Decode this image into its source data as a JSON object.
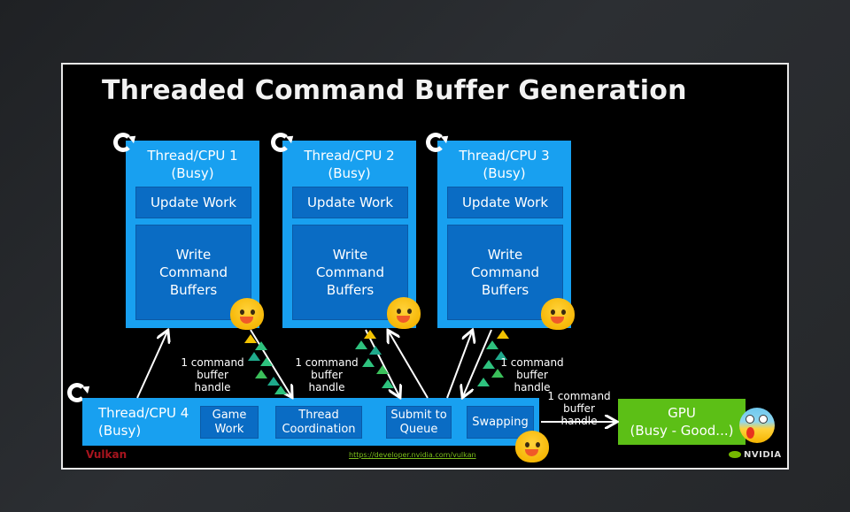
{
  "slide": {
    "title": "Threaded Command Buffer Generation",
    "threads": [
      {
        "name": "Thread/CPU 1",
        "status": "(Busy)",
        "tasks": [
          "Update Work",
          "Write Command Buffers"
        ]
      },
      {
        "name": "Thread/CPU 2",
        "status": "(Busy)",
        "tasks": [
          "Update Work",
          "Write Command Buffers"
        ]
      },
      {
        "name": "Thread/CPU 3",
        "status": "(Busy)",
        "tasks": [
          "Update Work",
          "Write Command Buffers"
        ]
      }
    ],
    "main_thread": {
      "name": "Thread/CPU 4",
      "status": "(Busy)",
      "tasks": [
        "Game Work",
        "Thread Coordination",
        "Submit to Queue",
        "Swapping"
      ]
    },
    "handle_labels": [
      "1 command buffer handle",
      "1 command buffer handle",
      "1 command buffer handle",
      "1 command buffer handle"
    ],
    "gpu": {
      "name": "GPU",
      "status": "(Busy - Good...)"
    },
    "url": "https://developer.nvidia.com/vulkan",
    "vulkan_logo": "Vulkan",
    "nvidia_logo": "NVIDIA",
    "icons": [
      "refresh-icon",
      "smiley-emoji",
      "fearful-emoji",
      "command-buffer-triangles"
    ],
    "colors": {
      "thread_blue": "#18a0f0",
      "task_blue": "#0a6cc4",
      "gpu_green": "#5cbf16",
      "url_green": "#7bbf1a",
      "vulkan_red": "#a8141e"
    }
  }
}
